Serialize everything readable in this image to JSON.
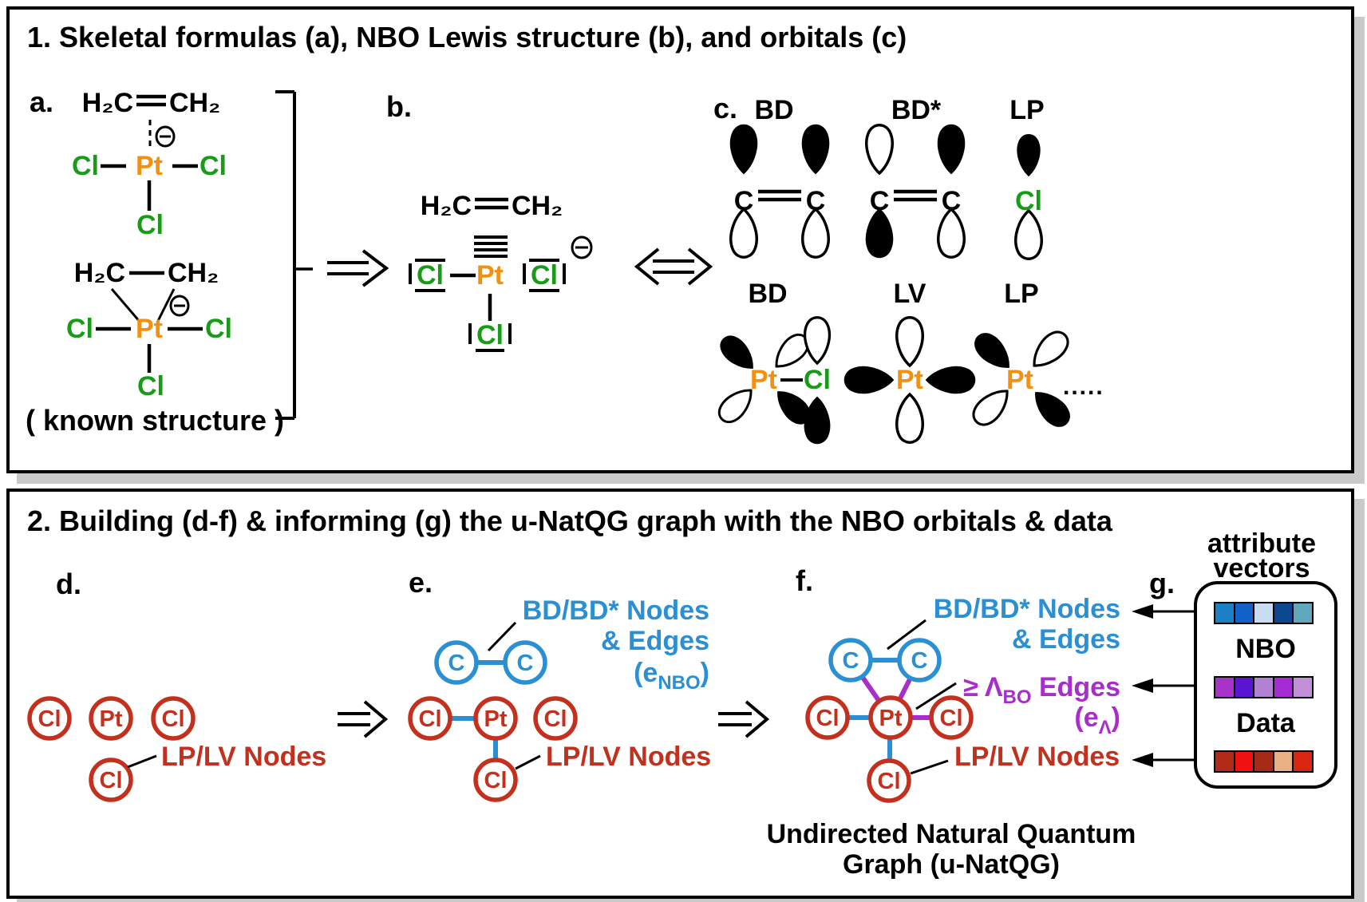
{
  "colors": {
    "chlorine_green": "#189c18",
    "platinum_orange": "#f29111",
    "node_red": "#c4301e",
    "edge_blue": "#2b8fd3",
    "edge_purple": "#a92dcb",
    "panel_shadow_gray": "#c9c9c9"
  },
  "panel1": {
    "title": "1. Skeletal formulas (a), NBO Lewis structure (b), and orbitals (c)",
    "a": {
      "label": "a.",
      "h2c": "H₂C",
      "ch2": "CH₂",
      "cl": "Cl",
      "pt": "Pt",
      "known": "( known structure )"
    },
    "b": {
      "label": "b."
    },
    "c": {
      "label": "c.",
      "bd": "BD",
      "bd_star": "BD*",
      "lp": "LP",
      "lv": "LV",
      "c_atom": "C",
      "cl": "Cl",
      "pt": "Pt",
      "dots": "....."
    }
  },
  "panel2": {
    "title": "2. Building (d-f) & informing (g) the u-NatQG graph with the NBO orbitals & data",
    "d": {
      "label": "d.",
      "cl": "Cl",
      "pt": "Pt",
      "lp_lv_nodes": "LP/LV Nodes"
    },
    "e": {
      "label": "e.",
      "c": "C",
      "cl": "Cl",
      "pt": "Pt",
      "bd_nodes_line1": "BD/BD* Nodes",
      "bd_nodes_line2": "& Edges",
      "enbo_open": "(e",
      "enbo_sub": "NBO",
      "enbo_close": ")",
      "lp_lv_nodes": "LP/LV Nodes"
    },
    "f": {
      "label": "f.",
      "c": "C",
      "cl": "Cl",
      "pt": "Pt",
      "bd_nodes_line1": "BD/BD* Nodes",
      "bd_nodes_line2": "& Edges",
      "lambda_pre": "≥ Λ",
      "lambda_sub": "BO",
      "lambda_post": " Edges",
      "elambda_open": "(e",
      "elambda_sub": "Λ",
      "elambda_close": ")",
      "lp_lv_nodes": "LP/LV Nodes",
      "caption_line1": "Undirected Natural Quantum",
      "caption_line2": "Graph (u-NatQG)"
    },
    "g": {
      "label": "g.",
      "header_line1": "attribute",
      "header_line2": "vectors",
      "nbo_label": "NBO",
      "data_label": "Data",
      "nbo_vector": [
        "#1b80c6",
        "#1263c9",
        "#c9dcf2",
        "#0c4892",
        "#5fa8bd"
      ],
      "edge_vector": [
        "#a833c9",
        "#5a14d2",
        "#b181d2",
        "#a52cd2",
        "#c48fd9"
      ],
      "data_vector": [
        "#b22a18",
        "#f01111",
        "#a62a18",
        "#e7b183",
        "#da2511"
      ]
    }
  }
}
